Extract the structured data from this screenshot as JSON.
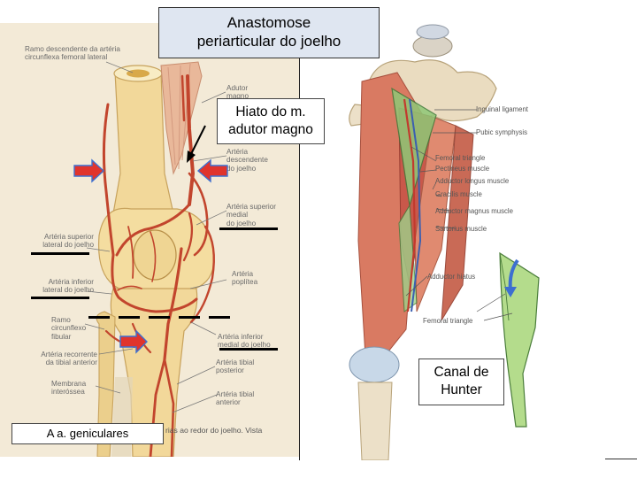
{
  "title_box": {
    "line1": "Anastomose",
    "line2": "periarticular do joelho"
  },
  "hiato_box": {
    "line1": "Hiato do m.",
    "line2": "adutor magno"
  },
  "canal_box": {
    "line1": "Canal de",
    "line2": "Hunter"
  },
  "aa_box": {
    "label": "A a. geniculares"
  },
  "left_labels": {
    "ramo_descendente": [
      "Ramo descendente da artéria",
      "circunflexa femoral lateral"
    ],
    "adutor_magno": [
      "Adutor",
      "magno"
    ],
    "arteria_descendente": [
      "Artéria",
      "descendente",
      "do joelho"
    ],
    "arteria_superior_medial": [
      "Artéria superior",
      "medial",
      "do joelho"
    ],
    "arteria_superior_lateral": [
      "Artéria superior",
      "lateral do joelho"
    ],
    "arteria_poplitea": [
      "Artéria",
      "poplítea"
    ],
    "arteria_inferior_lateral": [
      "Artéria inferior",
      "lateral do joelho"
    ],
    "ramo_circunflexo": [
      "Ramo",
      "circunflexo",
      "fibular"
    ],
    "arteria_recorrente": [
      "Artéria recorrente",
      "da tibial anterior"
    ],
    "arteria_inferior_medial": [
      "Artéria inferior",
      "medial do joelho"
    ],
    "arteria_tibial_posterior": [
      "Artéria tibial",
      "posterior"
    ],
    "membrana_interossea": [
      "Membrana",
      "interóssea"
    ],
    "arteria_tibial_anterior": [
      "Artéria tibial",
      "anterior"
    ],
    "caption": "rias ao redor do joelho. Vista"
  },
  "right_labels": {
    "inguinal_ligament": "Inguinal ligament",
    "pubic_symphysis": "Pubic symphysis",
    "femoral_triangle": "Femoral triangle",
    "pectineus": "Pectineus muscle",
    "adductor_longus": "Adductor longus muscle",
    "gracilis": "Gracilis muscle",
    "adductor_magnus": "Adductor magnus muscle",
    "sartorius": "Sartorius muscle",
    "adductor_hiatus": "Adductor hiatus",
    "femoral_triangle_2": "Femoral triangle"
  },
  "colors": {
    "title_bg": "#dfe6f1",
    "arrow_red": "#e0342c",
    "arrow_blue": "#3d6fd0",
    "canal_green": "#b4dc8c"
  }
}
